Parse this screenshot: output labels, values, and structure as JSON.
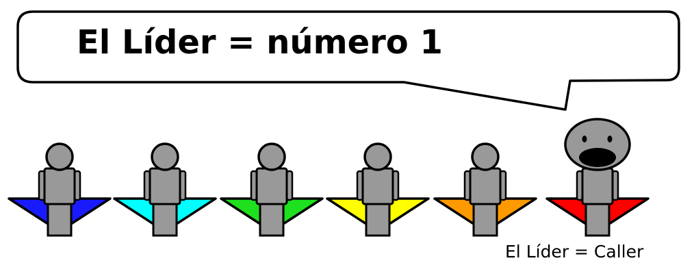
{
  "speech_bubble": {
    "text": "El Líder = número 1",
    "fill": "#ffffff",
    "stroke": "#000000"
  },
  "caption": {
    "text": "El Líder = Caller"
  },
  "figures": [
    {
      "name": "figure-blue",
      "cape_color": "#1a1aff",
      "is_leader": false
    },
    {
      "name": "figure-cyan",
      "cape_color": "#00ffff",
      "is_leader": false
    },
    {
      "name": "figure-green",
      "cape_color": "#1ee01e",
      "is_leader": false
    },
    {
      "name": "figure-yellow",
      "cape_color": "#ffff00",
      "is_leader": false
    },
    {
      "name": "figure-orange",
      "cape_color": "#ff9900",
      "is_leader": false
    },
    {
      "name": "figure-red",
      "cape_color": "#ff0000",
      "is_leader": true
    }
  ],
  "body_color": "#999999",
  "outline_color": "#000000"
}
